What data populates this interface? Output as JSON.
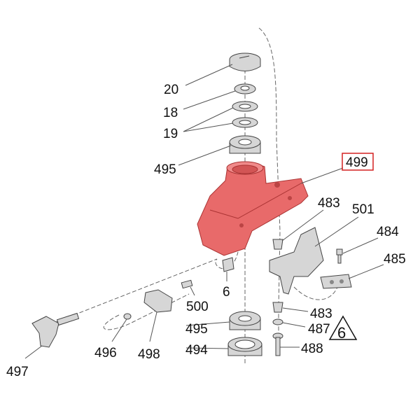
{
  "diagram": {
    "highlight_color": "#e05555",
    "highlight_box_color": "#d42020",
    "labels": {
      "p20": "20",
      "p18": "18",
      "p19": "19",
      "p495a": "495",
      "p499": "499",
      "p483a": "483",
      "p501": "501",
      "p484": "484",
      "p485": "485",
      "p6": "6",
      "p500": "500",
      "p495b": "495",
      "p483b": "483",
      "p487": "487",
      "p488": "488",
      "p494": "494",
      "p496": "496",
      "p498": "498",
      "p497": "497",
      "warning": "6"
    }
  }
}
